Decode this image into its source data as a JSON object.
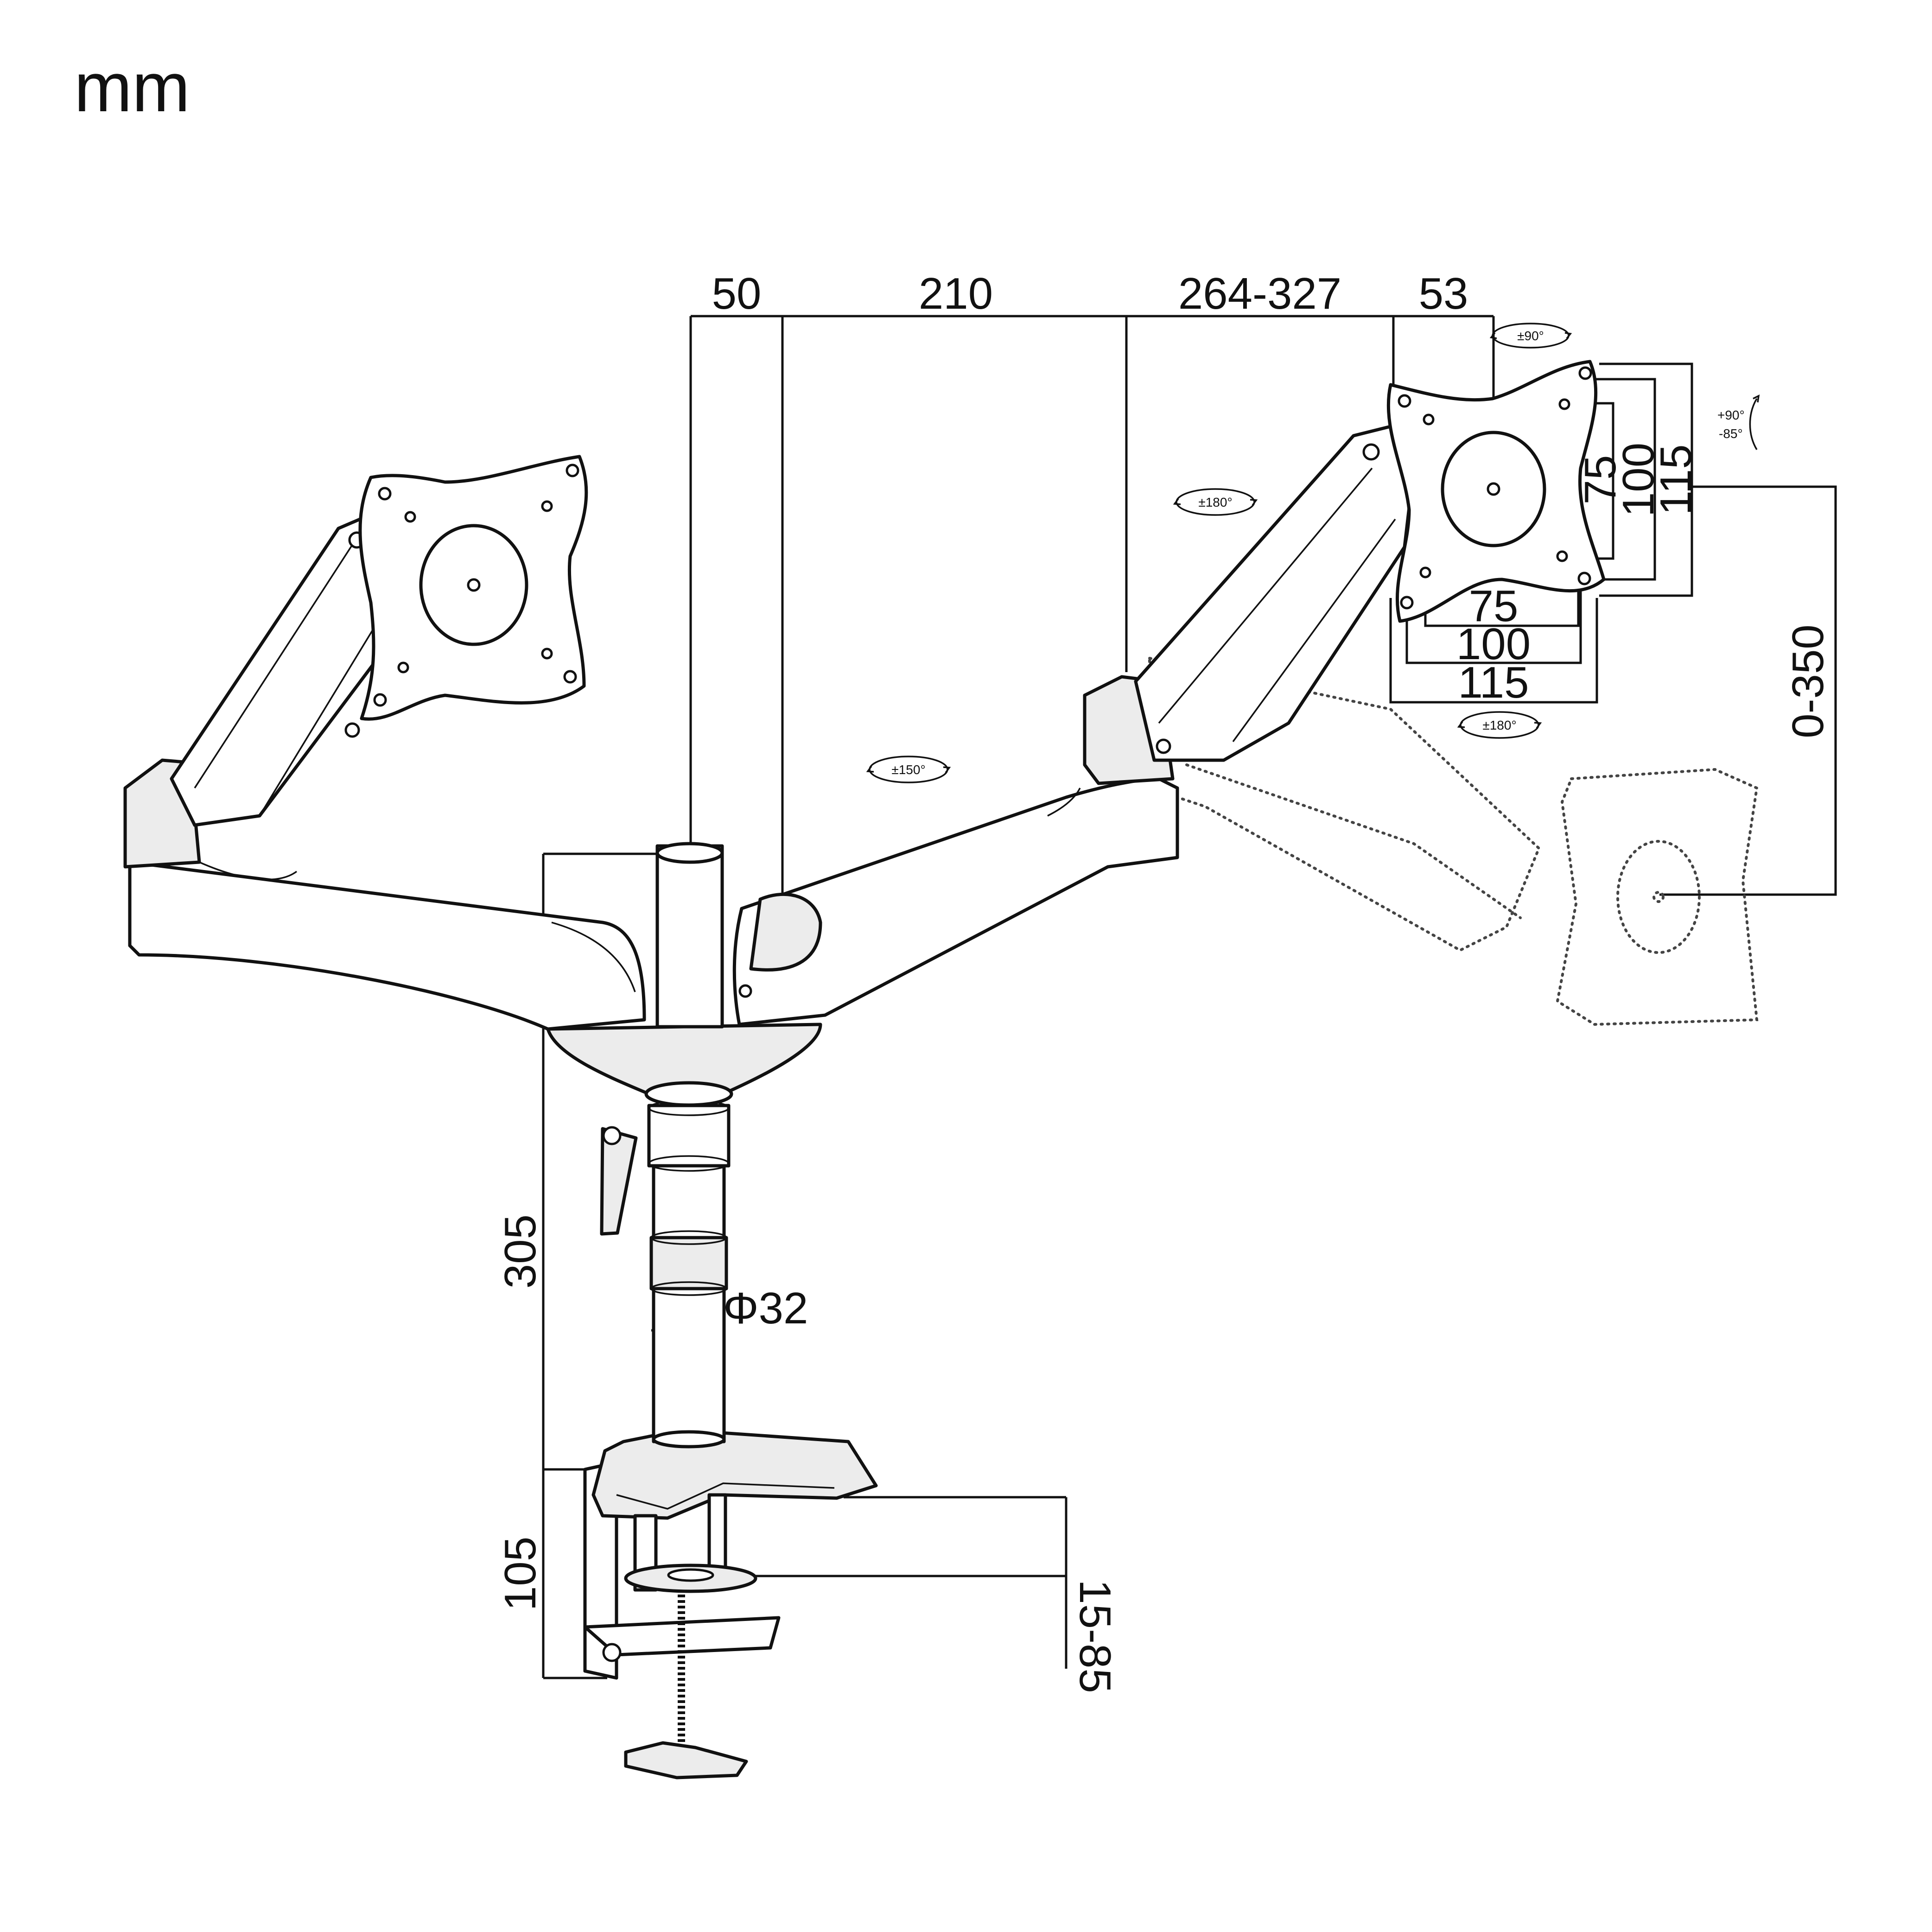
{
  "unit_label": "mm",
  "dimensions": {
    "pole_offset": "50",
    "arm_first_segment": "210",
    "arm_reach": "264-327",
    "head_depth": "53",
    "pole_height": "305",
    "clamp_height": "105",
    "pole_diameter": "Φ32",
    "desk_thickness": "15-85",
    "height_adjust": "0-350"
  },
  "vesa": {
    "h_small": "75",
    "h_mid": "100",
    "h_large": "115",
    "v_small": "75",
    "v_mid": "100",
    "v_large": "115"
  },
  "rotations": {
    "rotate_head": "±90°",
    "tilt_up": "+90°",
    "tilt_down": "-85°",
    "arm_swivel": "±180°",
    "head_swivel": "±180°",
    "base_swivel": "±150°"
  }
}
